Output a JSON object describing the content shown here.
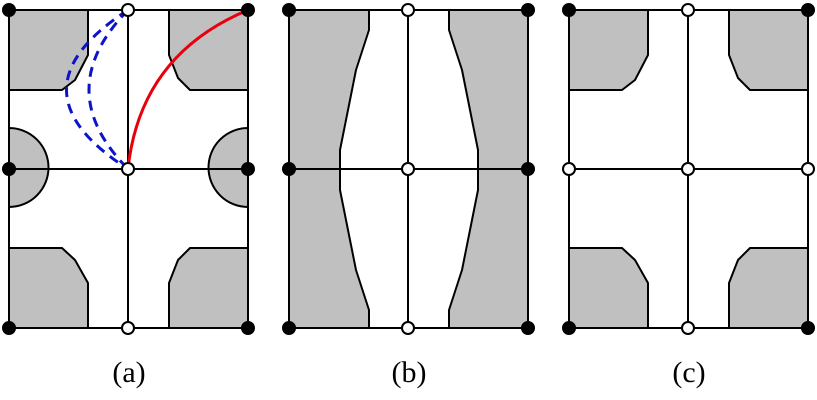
{
  "panels": [
    {
      "label": "(a)"
    },
    {
      "label": "(b)"
    },
    {
      "label": "(c)"
    }
  ],
  "colors": {
    "fill": "#c0c0c0",
    "line": "#000000",
    "red_curve": "#e8000c",
    "blue_dashed": "#0b14c8",
    "open_node_fill": "#ffffff",
    "solid_node_fill": "#000000"
  }
}
